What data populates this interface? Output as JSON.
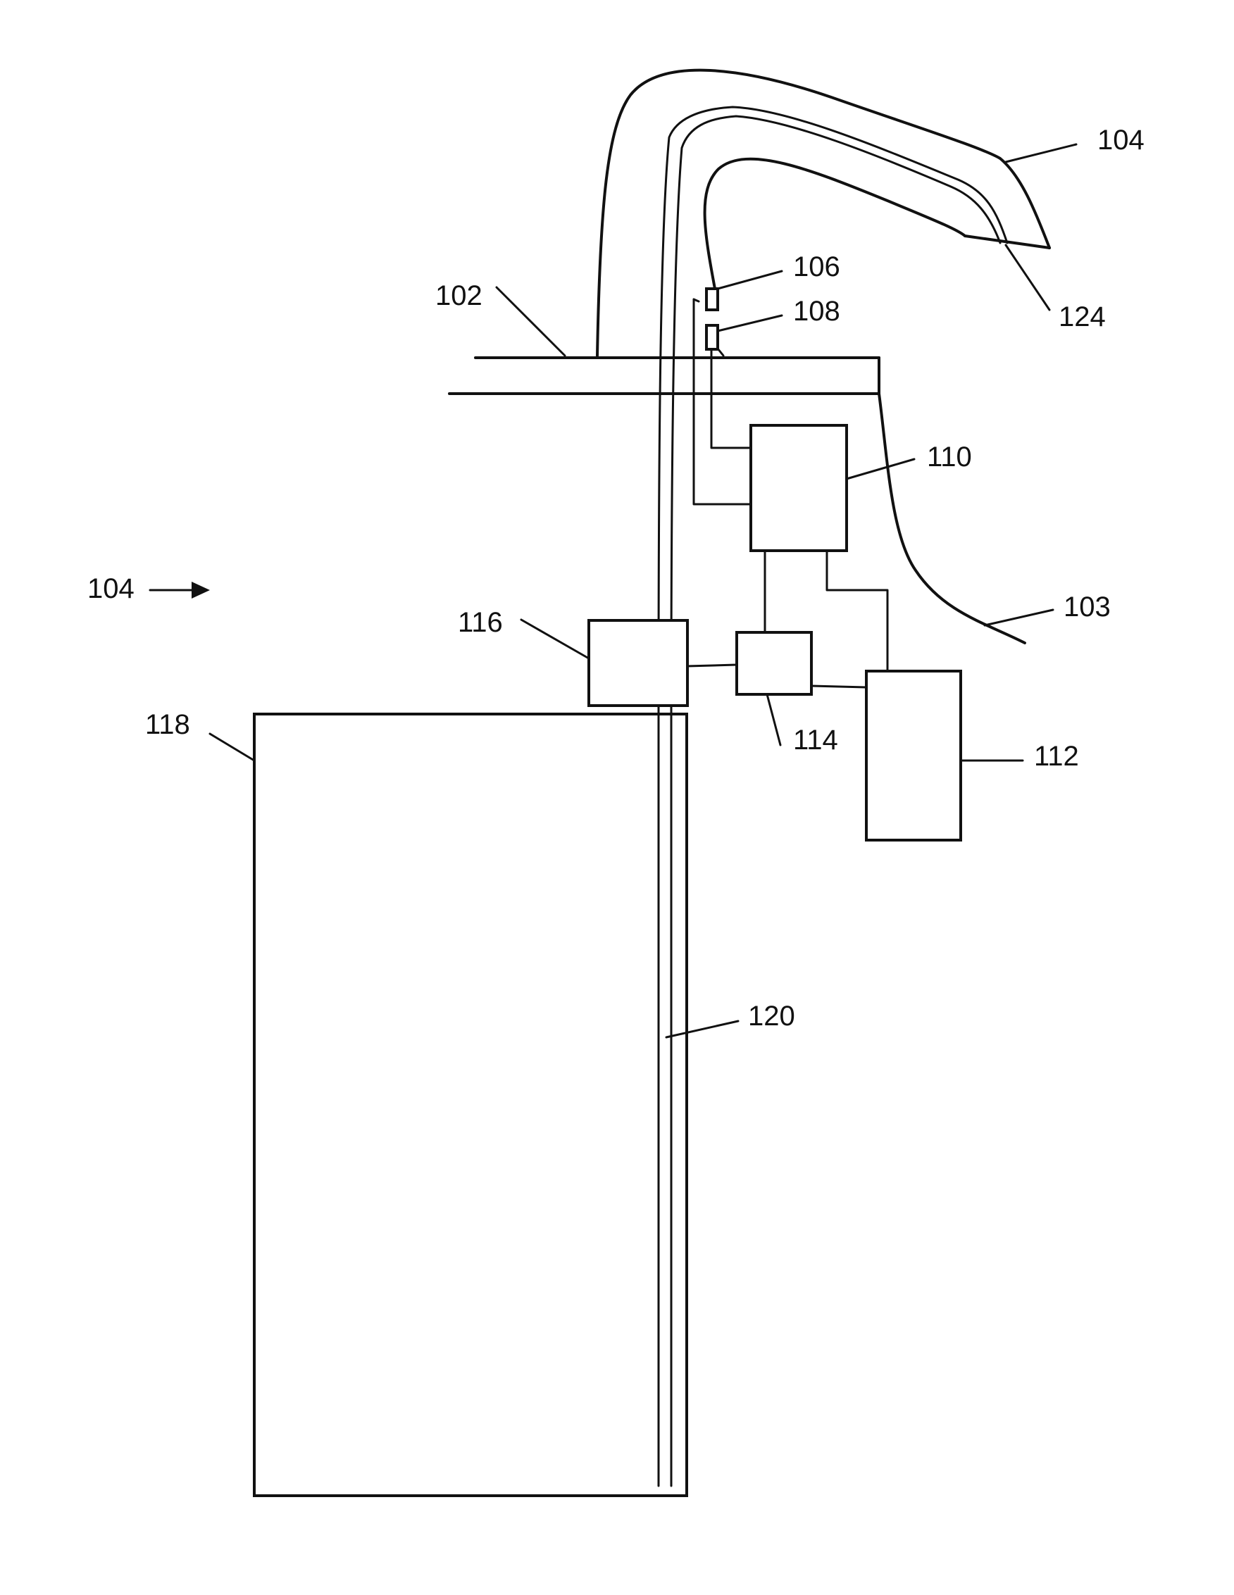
{
  "figure": {
    "labels": {
      "faucet": "104",
      "sensor_upper": "106",
      "sensor_lower": "108",
      "countertop": "102",
      "controller": "110",
      "basin": "103",
      "assembly_arrow": "104",
      "pump": "116",
      "valve": "114",
      "power_supply": "112",
      "reservoir": "118",
      "supply_tube": "120",
      "outlet_tube": "124"
    },
    "colors": {
      "line": "#111111",
      "background": "#ffffff"
    }
  }
}
